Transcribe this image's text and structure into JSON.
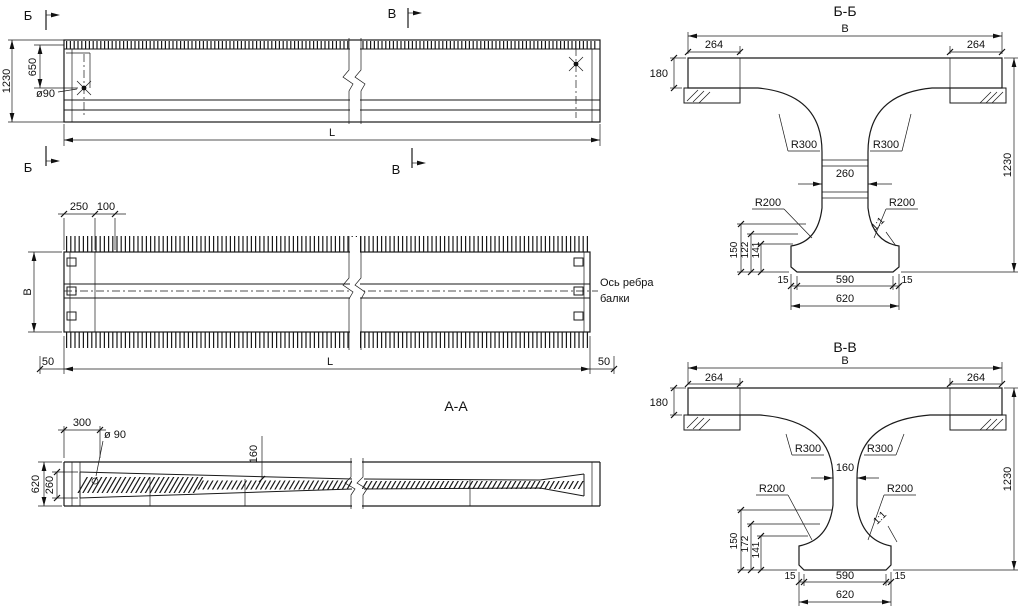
{
  "drawing": {
    "elevation": {
      "marker_top_b": "Б",
      "marker_top_v": "В",
      "marker_bottom_b": "Б",
      "marker_bottom_v": "В",
      "dim_1230": "1230",
      "dim_650": "650",
      "dim_hole": "ø90",
      "dim_length": "L"
    },
    "plan": {
      "dim_250": "250",
      "dim_100": "100",
      "dim_width_v": "В",
      "dim_length": "L",
      "dim_50_left": "50",
      "dim_50_right": "50",
      "axis_label_line1": "Ось ребра",
      "axis_label_line2": "балки"
    },
    "section_aa": {
      "title": "А-А",
      "dim_300": "300",
      "dim_hole": "ø 90",
      "dim_160": "160",
      "dim_620": "620",
      "dim_260": "260"
    },
    "section_bb": {
      "title": "Б-Б",
      "label_v": "В",
      "dim_264_left": "264",
      "dim_264_right": "264",
      "dim_180": "180",
      "r300_left": "R300",
      "r300_right": "R300",
      "dim_web_260": "260",
      "dim_1230": "1230",
      "r200_left": "R200",
      "r200_right": "R200",
      "dim_150": "150",
      "dim_122": "122",
      "dim_141": "141",
      "slope_1_1": "1:1",
      "dim_15_left": "15",
      "dim_590": "590",
      "dim_15_right": "15",
      "dim_620": "620"
    },
    "section_vv": {
      "title": "В-В",
      "label_v": "В",
      "dim_264_left": "264",
      "dim_264_right": "264",
      "dim_180": "180",
      "r300_left": "R300",
      "r300_right": "R300",
      "dim_web_160": "160",
      "dim_1230": "1230",
      "r200_left": "R200",
      "r200_right": "R200",
      "dim_150": "150",
      "dim_172": "172",
      "dim_141": "141",
      "slope_1_1": "1:1",
      "dim_15_left": "15",
      "dim_590": "590",
      "dim_15_right": "15",
      "dim_620": "620"
    }
  }
}
